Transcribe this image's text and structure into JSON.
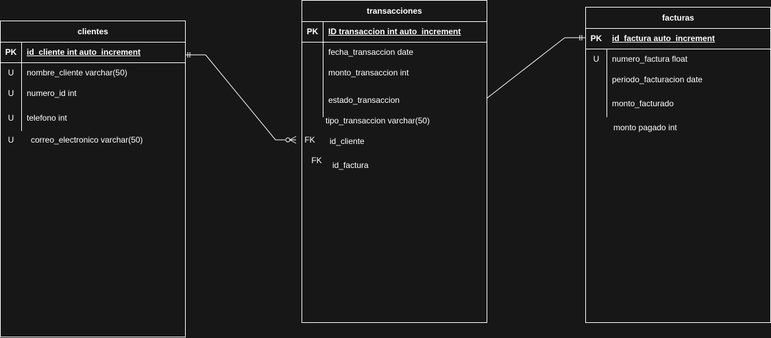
{
  "tables": {
    "clientes": {
      "title": "clientes",
      "pk_key": "PK",
      "pk_field": "id_cliente int auto_increment",
      "rows": [
        {
          "key": "U",
          "field": "nombre_cliente varchar(50)"
        },
        {
          "key": "U",
          "field": "numero_id int"
        },
        {
          "key": "U",
          "field": "telefono int"
        },
        {
          "key": "U",
          "field": "correo_electronico varchar(50)"
        }
      ]
    },
    "transacciones": {
      "title": "transacciones",
      "pk_key": "PK",
      "pk_field": "ID transaccion int auto_increment",
      "rows": [
        {
          "key": "",
          "field": "fecha_transaccion date"
        },
        {
          "key": "",
          "field": "monto_transaccion int"
        },
        {
          "key": "",
          "field": "estado_transaccion"
        },
        {
          "key": "",
          "field": "tipo_transaccion varchar(50)"
        },
        {
          "key": "FK",
          "field": "id_cliente"
        },
        {
          "key": "FK",
          "field": "id_factura"
        }
      ]
    },
    "facturas": {
      "title": "facturas",
      "pk_key": "PK",
      "pk_field": "id_factura auto_increment",
      "rows": [
        {
          "key": "U",
          "field": "numero_factura float"
        },
        {
          "key": "",
          "field": "periodo_facturacion date"
        },
        {
          "key": "",
          "field": "monto_facturado"
        },
        {
          "key": "",
          "field": "monto pagado int"
        }
      ]
    }
  },
  "colors": {
    "background": "#171717",
    "stroke": "#ffffff",
    "text": "#ffffff"
  }
}
